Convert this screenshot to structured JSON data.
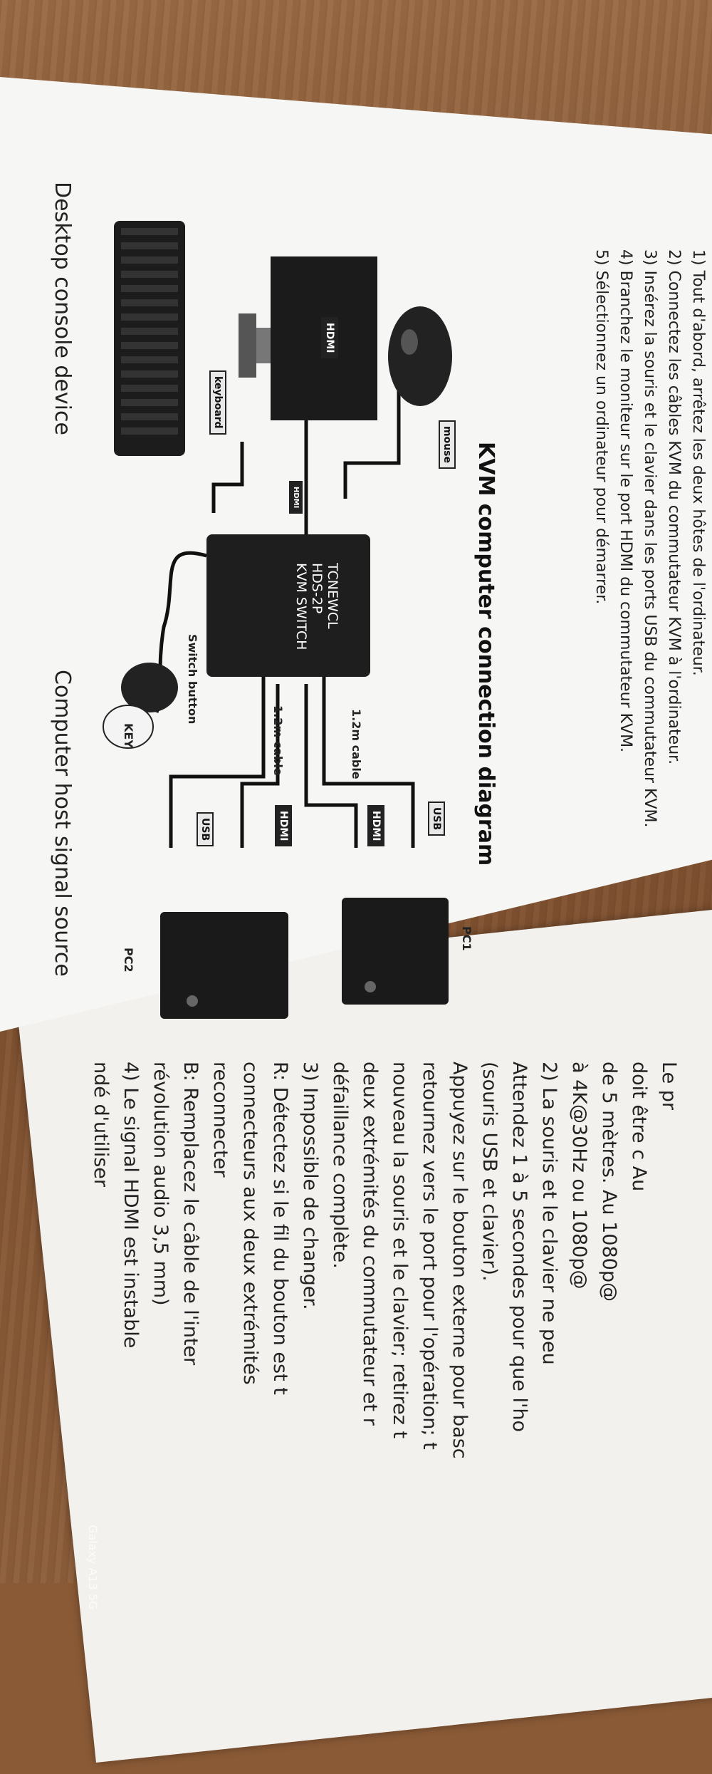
{
  "steps": [
    "1) Tout d'abord, arrêtez les deux hôtes de l'ordinateur.",
    "2) Connectez les câbles KVM du commutateur KVM à l'ordinateur.",
    "3) Insérez la souris et le clavier dans les ports USB du commutateur KVM.",
    "4) Branchez le moniteur sur le port HDMI du commutateur KVM.",
    "5) Sélectionnez un ordinateur pour démarrer."
  ],
  "diagram": {
    "title": "KVM computer connection diagram",
    "labels": {
      "mouse": "mouse",
      "keyboard": "keyboard",
      "monitor": "HDMI",
      "hdmi_plug": "HDMI",
      "switch_line1": "TCNEWCL",
      "switch_line2": "HDS-2P",
      "switch_line3": "KVM SWITCH",
      "switch_button": "Switch button",
      "key": "KEY",
      "cable_pc1": "1.2m cable",
      "cable_pc2": "1.2m cable",
      "usb1": "USB",
      "hdmi1": "HDMI",
      "hdmi2": "HDMI",
      "usb2": "USB",
      "pc1": "PC1",
      "pc2": "PC2"
    },
    "caption_left": "Desktop console device",
    "caption_right": "Computer host signal source"
  },
  "right_page": [
    "Le pr",
    "doit être c   Au",
    "de 5 mètres. Au  1080p@",
    "à 4K@30Hz ou  1080p@",
    "2) La souris et le clavier ne peu",
    "Attendez 1 à 5 secondes pour que l'ho",
    "(souris USB et clavier).",
    "Appuyez sur le bouton externe pour basc",
    "retournez vers le port pour l'opération; t",
    "nouveau la souris et le clavier; retirez t",
    "deux extrémités du commutateur et r",
    "défaillance complète.",
    "3) Impossible de changer.",
    "R: Détectez si le fil du bouton est t",
    "connecteurs aux deux extrémités",
    "reconnecter",
    "B: Remplacez le câble de l'inter",
    "révolution audio 3,5 mm)",
    "4) Le signal HDMI est instable",
    "ndé d'utiliser"
  ],
  "watermark": "Galaxy A13 5G"
}
